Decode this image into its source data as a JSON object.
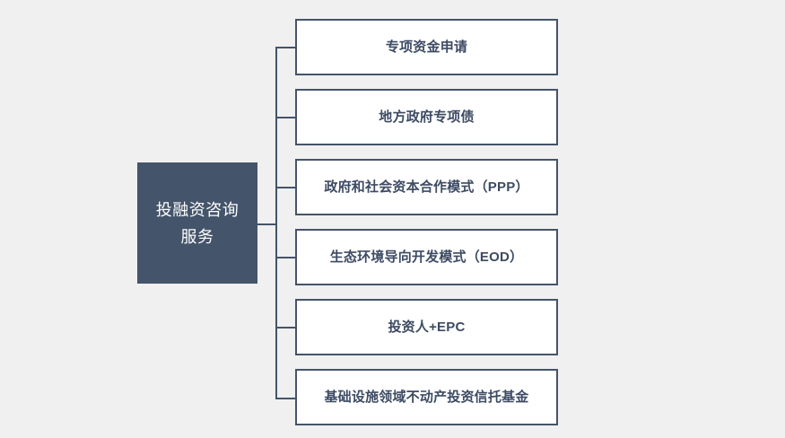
{
  "diagram": {
    "type": "tree-hierarchy",
    "orientation": "left-to-right",
    "background_color": "#f0f0f0",
    "root": {
      "label": "投融资咨询\n服务",
      "fill_color": "#44546a",
      "text_color": "#ffffff"
    },
    "connector": {
      "color": "#44546a",
      "style": "elbow-trunk"
    },
    "children": [
      {
        "label": "专项资金申请",
        "fill_color": "#ffffff",
        "border_color": "#44546a",
        "text_color": "#3d4b63"
      },
      {
        "label": "地方政府专项债",
        "fill_color": "#ffffff",
        "border_color": "#44546a",
        "text_color": "#3d4b63"
      },
      {
        "label": "政府和社会资本合作模式（PPP）",
        "fill_color": "#ffffff",
        "border_color": "#44546a",
        "text_color": "#3d4b63"
      },
      {
        "label": "生态环境导向开发模式（EOD）",
        "fill_color": "#ffffff",
        "border_color": "#44546a",
        "text_color": "#3d4b63"
      },
      {
        "label": "投资人+EPC",
        "fill_color": "#ffffff",
        "border_color": "#44546a",
        "text_color": "#3d4b63"
      },
      {
        "label": "基础设施领域不动产投资信托基金",
        "fill_color": "#ffffff",
        "border_color": "#44546a",
        "text_color": "#3d4b63"
      }
    ]
  }
}
